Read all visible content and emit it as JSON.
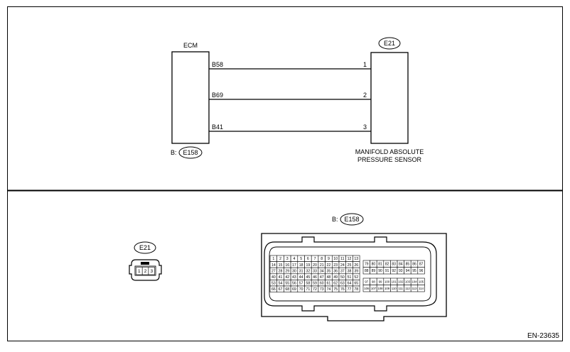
{
  "schematic": {
    "ecm_label": "ECM",
    "ecm_connector_prefix": "B:",
    "ecm_connector_id": "E158",
    "sensor_connector_id": "E21",
    "sensor_name_line1": "MANIFOLD ABSOLUTE",
    "sensor_name_line2": "PRESSURE SENSOR",
    "wires": [
      {
        "ecm_terminal": "B58",
        "sensor_terminal": "1"
      },
      {
        "ecm_terminal": "B69",
        "sensor_terminal": "2"
      },
      {
        "ecm_terminal": "B41",
        "sensor_terminal": "3"
      }
    ]
  },
  "connectors": {
    "e21": {
      "id": "E21",
      "pins": [
        "1",
        "2",
        "3"
      ]
    },
    "e158": {
      "prefix": "B:",
      "id": "E158",
      "left_block_rows": [
        [
          "1",
          "2",
          "3",
          "4",
          "5",
          "6",
          "7",
          "8",
          "9",
          "10",
          "11",
          "12",
          "13"
        ],
        [
          "14",
          "15",
          "16",
          "17",
          "18",
          "19",
          "20",
          "21",
          "22",
          "23",
          "24",
          "25",
          "26"
        ],
        [
          "27",
          "28",
          "29",
          "30",
          "31",
          "32",
          "33",
          "34",
          "35",
          "36",
          "37",
          "38",
          "39"
        ],
        [
          "40",
          "41",
          "42",
          "43",
          "44",
          "45",
          "46",
          "47",
          "48",
          "49",
          "50",
          "51",
          "52"
        ],
        [
          "53",
          "54",
          "55",
          "56",
          "57",
          "58",
          "59",
          "60",
          "61",
          "62",
          "63",
          "64",
          "65"
        ],
        [
          "66",
          "67",
          "68",
          "69",
          "70",
          "71",
          "72",
          "73",
          "74",
          "75",
          "76",
          "77",
          "78"
        ]
      ],
      "right_upper_rows": [
        [
          "79",
          "80",
          "81",
          "82",
          "83",
          "84",
          "85",
          "86",
          "87"
        ],
        [
          "88",
          "89",
          "90",
          "91",
          "92",
          "93",
          "94",
          "95",
          "96"
        ]
      ],
      "right_lower_rows": [
        [
          "97",
          "98",
          "99",
          "100",
          "101",
          "102",
          "103",
          "104",
          "105"
        ],
        [
          "106",
          "107",
          "108",
          "109",
          "110",
          "111",
          "112",
          "113",
          "114"
        ]
      ]
    }
  },
  "footer": {
    "doc_code": "EN-23635"
  }
}
